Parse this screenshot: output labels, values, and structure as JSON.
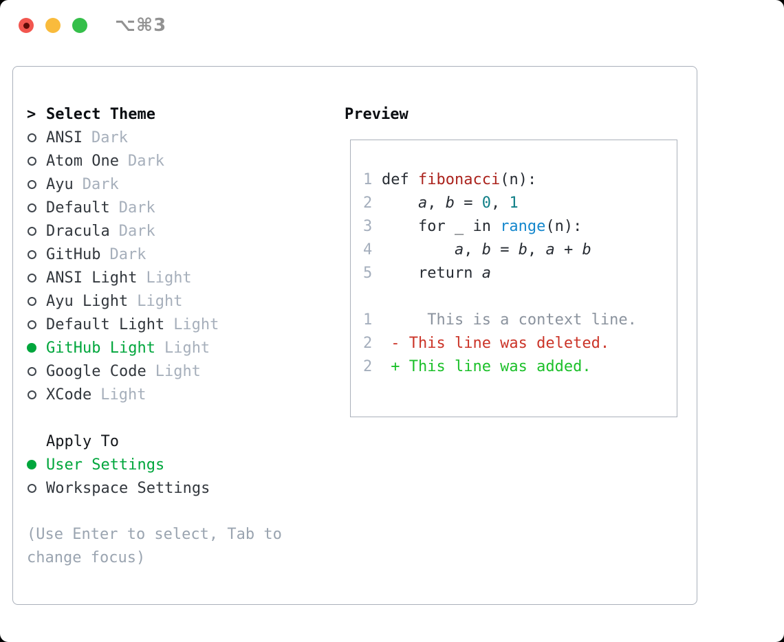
{
  "titlebar": {
    "shortcut": "⌥⌘3"
  },
  "theme_panel": {
    "header": "Select Theme",
    "pointer": ">",
    "themes": [
      {
        "name": "ANSI",
        "variant": "Dark",
        "selected": false
      },
      {
        "name": "Atom One",
        "variant": "Dark",
        "selected": false
      },
      {
        "name": "Ayu",
        "variant": "Dark",
        "selected": false
      },
      {
        "name": "Default",
        "variant": "Dark",
        "selected": false
      },
      {
        "name": "Dracula",
        "variant": "Dark",
        "selected": false
      },
      {
        "name": "GitHub",
        "variant": "Dark",
        "selected": false
      },
      {
        "name": "ANSI Light",
        "variant": "Light",
        "selected": false
      },
      {
        "name": "Ayu Light",
        "variant": "Light",
        "selected": false
      },
      {
        "name": "Default Light",
        "variant": "Light",
        "selected": false
      },
      {
        "name": "GitHub Light",
        "variant": "Light",
        "selected": true
      },
      {
        "name": "Google Code",
        "variant": "Light",
        "selected": false
      },
      {
        "name": "XCode",
        "variant": "Light",
        "selected": false
      }
    ],
    "apply_to": {
      "header": "Apply To",
      "options": [
        {
          "label": "User Settings",
          "selected": true
        },
        {
          "label": "Workspace Settings",
          "selected": false
        }
      ]
    },
    "help_text": "(Use Enter to select, Tab to change focus)"
  },
  "preview_panel": {
    "header": "Preview",
    "lines": [
      {
        "num": "1",
        "segments": [
          {
            "text": "def ",
            "style": "kw"
          },
          {
            "text": "fibonacci",
            "style": "fn"
          },
          {
            "text": "(n):",
            "style": "pl"
          }
        ]
      },
      {
        "num": "2",
        "segments": [
          {
            "text": "    ",
            "style": "pl"
          },
          {
            "text": "a",
            "style": "var"
          },
          {
            "text": ", ",
            "style": "pl"
          },
          {
            "text": "b",
            "style": "var"
          },
          {
            "text": " = ",
            "style": "pl"
          },
          {
            "text": "0",
            "style": "num"
          },
          {
            "text": ", ",
            "style": "pl"
          },
          {
            "text": "1",
            "style": "num"
          }
        ]
      },
      {
        "num": "3",
        "segments": [
          {
            "text": "    for _ in ",
            "style": "pl"
          },
          {
            "text": "range",
            "style": "bi"
          },
          {
            "text": "(n):",
            "style": "pl"
          }
        ]
      },
      {
        "num": "4",
        "segments": [
          {
            "text": "        ",
            "style": "pl"
          },
          {
            "text": "a",
            "style": "var"
          },
          {
            "text": ", ",
            "style": "pl"
          },
          {
            "text": "b",
            "style": "var"
          },
          {
            "text": " = ",
            "style": "pl"
          },
          {
            "text": "b",
            "style": "var"
          },
          {
            "text": ", ",
            "style": "pl"
          },
          {
            "text": "a",
            "style": "var"
          },
          {
            "text": " + ",
            "style": "pl"
          },
          {
            "text": "b",
            "style": "var"
          }
        ]
      },
      {
        "num": "5",
        "segments": [
          {
            "text": "    return ",
            "style": "pl"
          },
          {
            "text": "a",
            "style": "var"
          }
        ]
      },
      {
        "num": "",
        "segments": []
      },
      {
        "num": "1",
        "segments": [
          {
            "text": "     This is a context line.",
            "style": "ctx"
          }
        ]
      },
      {
        "num": "2",
        "segments": [
          {
            "text": " - This line was deleted.",
            "style": "del"
          }
        ]
      },
      {
        "num": "2",
        "segments": [
          {
            "text": " + This line was added.",
            "style": "add"
          }
        ]
      }
    ]
  },
  "colors": {
    "selected_green": "#00a63c",
    "added_green": "#1cc02a",
    "deleted_red": "#cb3428",
    "function_red": "#ab231d",
    "builtin_blue": "#1487cd",
    "number_teal": "#0e7e86",
    "border_gray": "#a9b0ba",
    "traffic_red": "#f2564f",
    "traffic_yellow": "#f9bb3c",
    "traffic_green": "#35bf4a"
  }
}
